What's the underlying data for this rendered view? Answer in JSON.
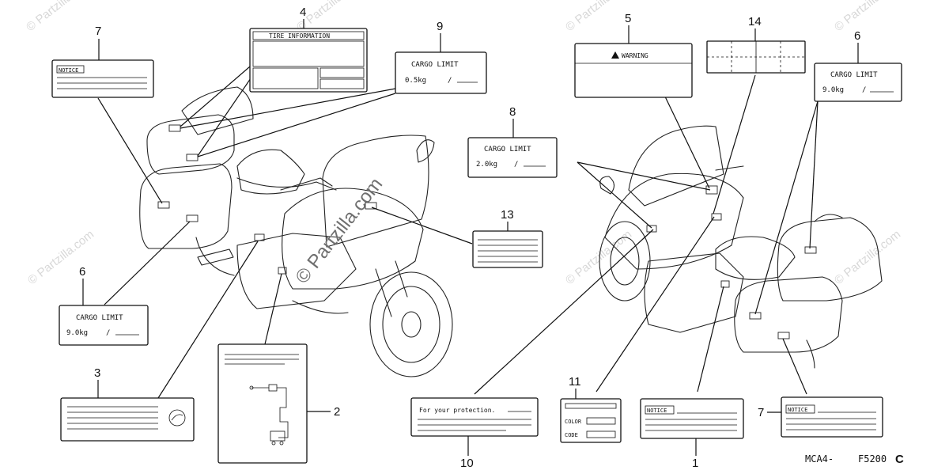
{
  "watermarks": [
    "© Partzilla.com",
    "© Partzilla.com",
    "© Partzilla.com",
    "© Partzilla.com",
    "© Partzilla.com",
    "© Partzilla.com",
    "© Partzilla.com"
  ],
  "center_watermark": "© Partzilla.com",
  "diagram_code_left": "MCA4-",
  "diagram_code_right": "F5200",
  "diagram_code_suffix": "C",
  "callouts": {
    "c1": "1",
    "c2": "2",
    "c3": "3",
    "c4": "4",
    "c5": "5",
    "c6a": "6",
    "c6b": "6",
    "c7a": "7",
    "c7b": "7",
    "c8": "8",
    "c9": "9",
    "c10": "10",
    "c11": "11",
    "c13": "13",
    "c14": "14"
  },
  "labels": {
    "tire_information": "TIRE INFORMATION",
    "notice": "NOTICE",
    "warning": "WARNING",
    "cargo_limit": "CARGO LIMIT",
    "cargo_9": "9.0kg",
    "cargo_05": "0.5kg",
    "cargo_2": "2.0kg",
    "slash": "/",
    "for_your_protection": "For your protection.",
    "color": "COLOR",
    "code": "CODE"
  },
  "colors": {
    "line": "#111111",
    "watermark": "#d8d8d8",
    "background": "#ffffff"
  }
}
